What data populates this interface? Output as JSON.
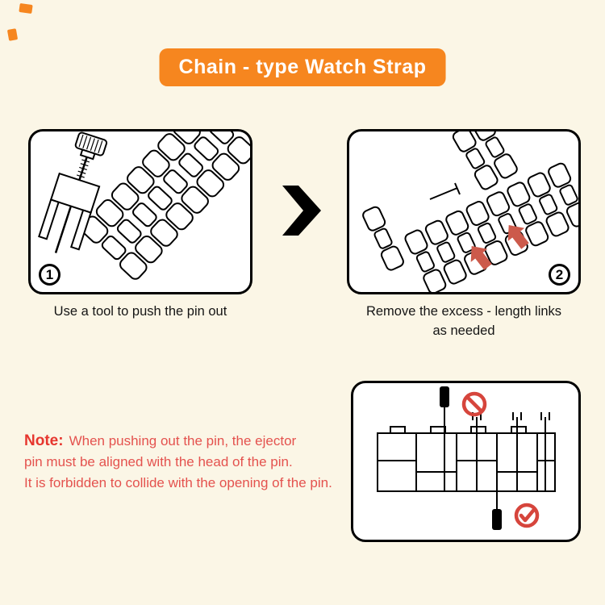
{
  "title": {
    "text": "Chain - type Watch Strap"
  },
  "steps": [
    {
      "number": "1",
      "caption_lines": [
        "Use a tool to push the pin out"
      ]
    },
    {
      "number": "2",
      "caption_lines": [
        "Remove the excess - length links",
        "as needed"
      ]
    }
  ],
  "note": {
    "label": "Note:",
    "lines": [
      "When pushing out the pin, the ejector",
      "pin must be aligned with the head of the pin.",
      "It is forbidden to collide with the opening of the pin."
    ]
  },
  "icons": {
    "between_steps": "chevron-right-icon",
    "step2_markers": "red-arrow-icon",
    "detail_top": "prohibition-icon",
    "detail_bottom": "check-icon"
  },
  "colors": {
    "background": "#FBF6E6",
    "panel": "#FFFFFF",
    "line": "#000000",
    "accent_orange": "#F6861F",
    "title_text": "#FFFFFF",
    "note_label_red": "#E6362E",
    "note_text_red": "#E4524E",
    "arrow_red": "#CC5A4B",
    "mark_red": "#D6453C"
  }
}
